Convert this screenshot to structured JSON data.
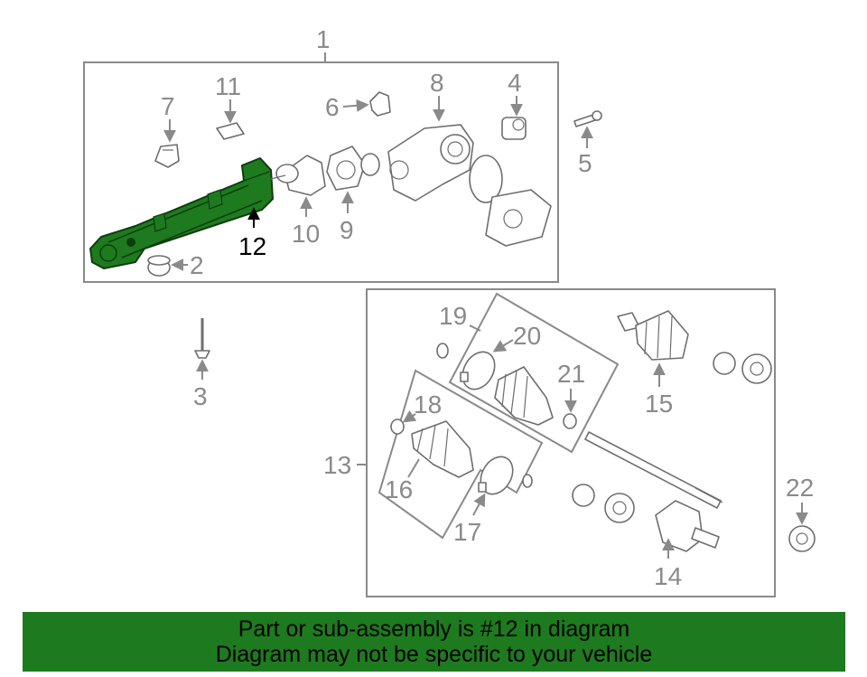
{
  "callouts": {
    "c1": "1",
    "c2": "2",
    "c3": "3",
    "c4": "4",
    "c5": "5",
    "c6": "6",
    "c7": "7",
    "c8": "8",
    "c9": "9",
    "c10": "10",
    "c11": "11",
    "c12": "12",
    "c13": "13",
    "c14": "14",
    "c15": "15",
    "c16": "16",
    "c17": "17",
    "c18": "18",
    "c19": "19",
    "c20": "20",
    "c21": "21",
    "c22": "22"
  },
  "highlight": {
    "part": "12",
    "color": "#1e7a1e"
  },
  "banner": {
    "line1": "Part or sub-assembly is #12 in diagram",
    "line2": "Diagram may not be specific to your vehicle",
    "background": "#1e7a1e"
  }
}
